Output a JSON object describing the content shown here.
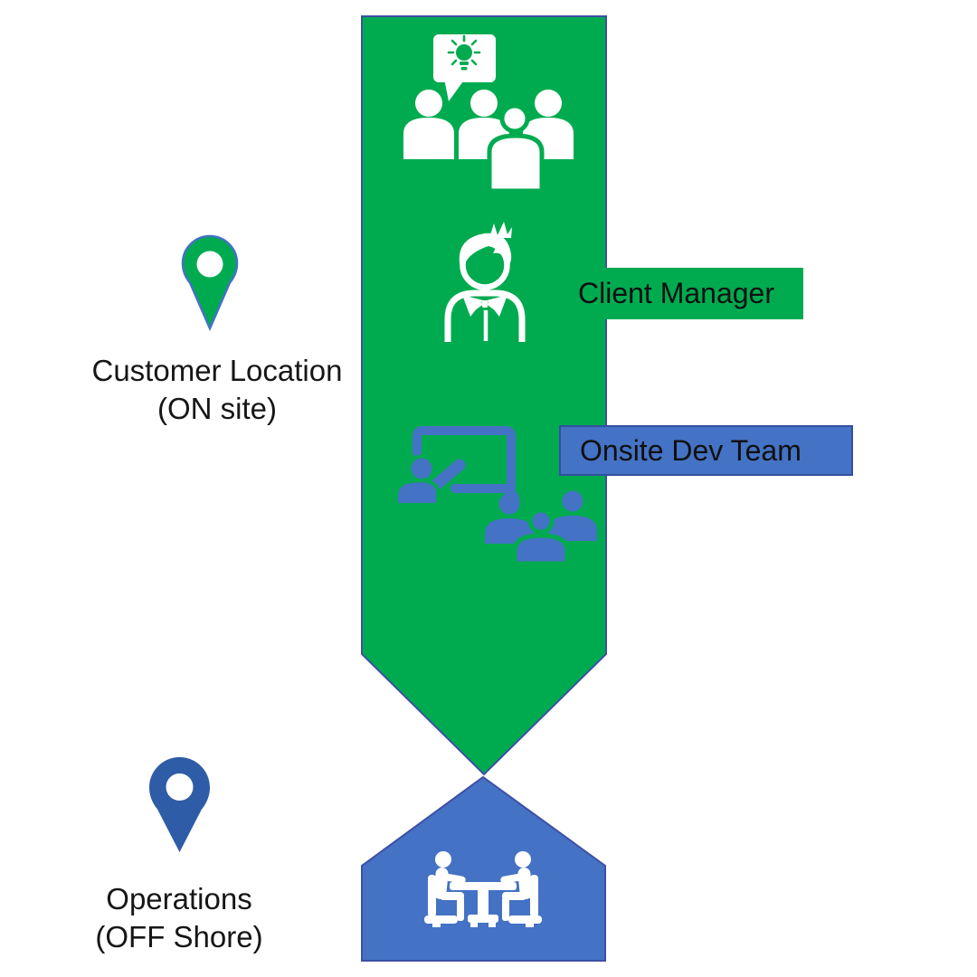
{
  "colors": {
    "green": "#00AB50",
    "blue": "#4472C4",
    "pin_blue": "#2E5CA6",
    "border": "#3D4FA4",
    "background": "#FFFFFF",
    "label_text": "#101010"
  },
  "banner_labels": {
    "client_manager": "Client Manager",
    "onsite_dev_team": "Onsite Dev Team"
  },
  "location_labels": {
    "customer": {
      "line1": "Customer Location",
      "line2": "(ON site)"
    },
    "operations": {
      "line1": "Operations",
      "line2": "(OFF Shore)"
    }
  },
  "icons": {
    "top": "team-discussion-idea-icon",
    "middle": "client-manager-person-icon",
    "lower": "training-presentation-icon",
    "bottom": "meeting-table-icon",
    "customer_marker": "location-pin-icon",
    "operations_marker": "location-pin-icon"
  }
}
